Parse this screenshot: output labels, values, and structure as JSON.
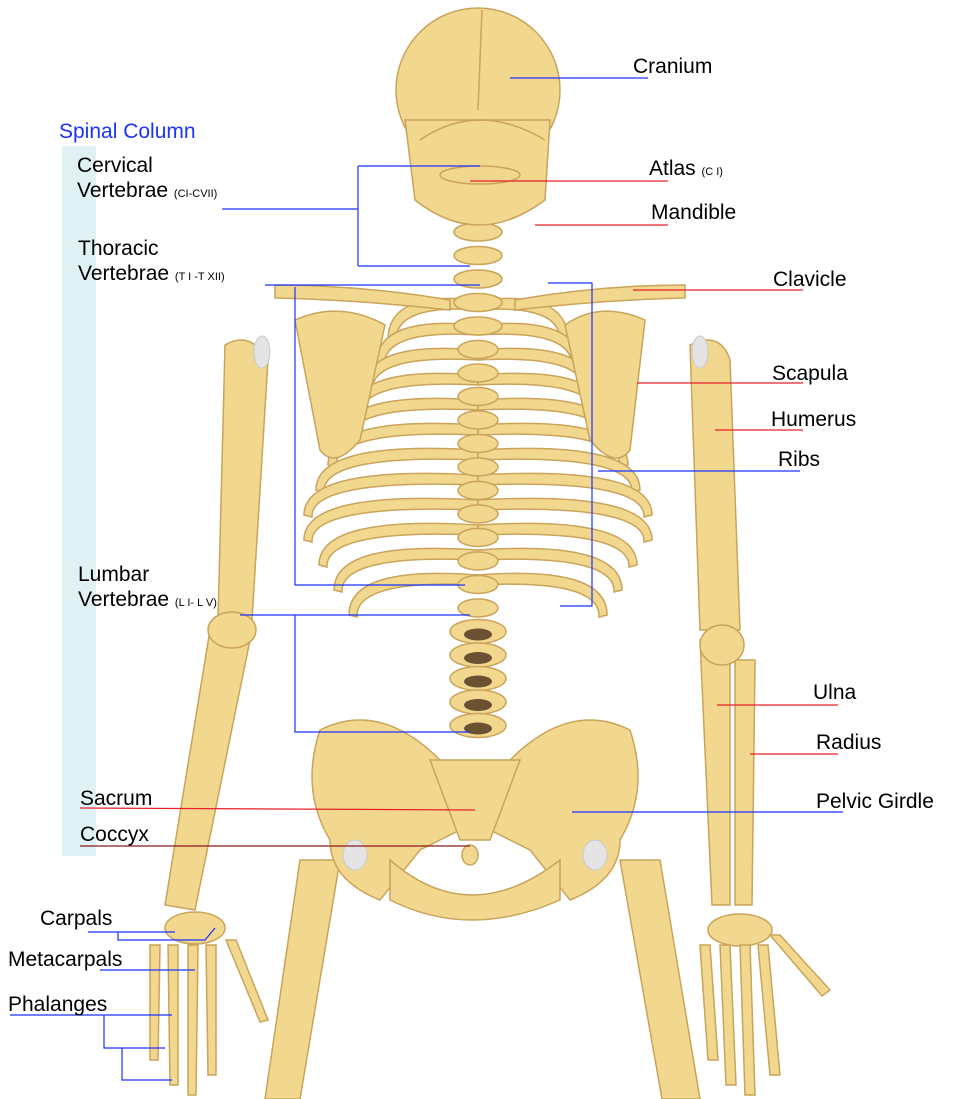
{
  "title": "Spinal Column",
  "labels": {
    "cranium": "Cranium",
    "atlas": "Atlas",
    "atlas_note": "(C I)",
    "mandible": "Mandible",
    "clavicle": "Clavicle",
    "scapula": "Scapula",
    "humerus": "Humerus",
    "ribs": "Ribs",
    "ulna": "Ulna",
    "radius": "Radius",
    "pelvic_girdle": "Pelvic Girdle",
    "cervical_1": "Cervical",
    "cervical_2": "Vertebrae",
    "cervical_note": "(CI-CVII)",
    "thoracic_1": "Thoracic",
    "thoracic_2": "Vertebrae",
    "thoracic_note": "(T I -T XII)",
    "lumbar_1": "Lumbar",
    "lumbar_2": "Vertebrae",
    "lumbar_note": "(L I- L V)",
    "sacrum": "Sacrum",
    "coccyx": "Coccyx",
    "carpals": "Carpals",
    "metacarpals": "Metacarpals",
    "phalanges": "Phalanges"
  },
  "colors": {
    "blue_line": "#1a33ff",
    "red_line": "#e8202a",
    "bone": "#f2d78f",
    "spine_bar": "#dff1f4"
  }
}
